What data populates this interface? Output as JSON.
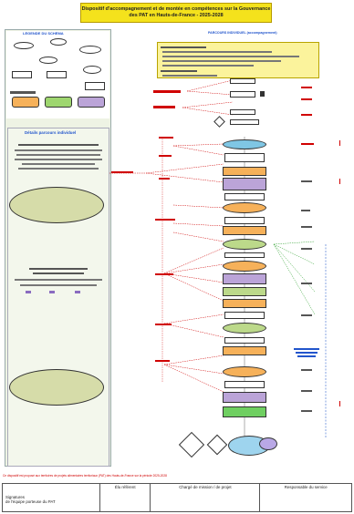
{
  "header": {
    "title_line1": "Dispositif d'accompagnement et de montée en compétences sur la Gouvernance",
    "title_line2": "des PAT en Hauts-de-France  -  2025-2028"
  },
  "left_panel": {
    "legend_title": "LÉGENDE DU SCHÉMA",
    "legend_items": [
      "",
      "",
      "",
      "",
      ""
    ],
    "details_title": "Détails parcours individuel"
  },
  "center": {
    "header": "PARCOURS INDIVIDUEL (accompagnement)"
  },
  "footer": {
    "note": "Ce dispositif est proposé aux territoires de projets alimentaires territoriaux (PAT) des Hauts-de-France sur la période 2025-2028",
    "signatures_label": "Signatures\nde l'équipe porteuse du PAT",
    "col_elu": "Élu référent",
    "col_charge": "Chargé de mission / de projet",
    "col_resp": "Responsable du service"
  },
  "colors": {
    "title_bg": "#f4e21c",
    "panel_bg": "#e9f1dc",
    "details_bg": "#eef3e4",
    "ellipse_green": "#bcd98a",
    "ellipse_blue": "#7fc6e4",
    "box_orange": "#f6b15a",
    "box_purple": "#bba4d8",
    "box_green": "#6fcf61",
    "red_line": "#d00000",
    "green_line": "#2aa02a",
    "blue_dash": "#3366cc"
  }
}
